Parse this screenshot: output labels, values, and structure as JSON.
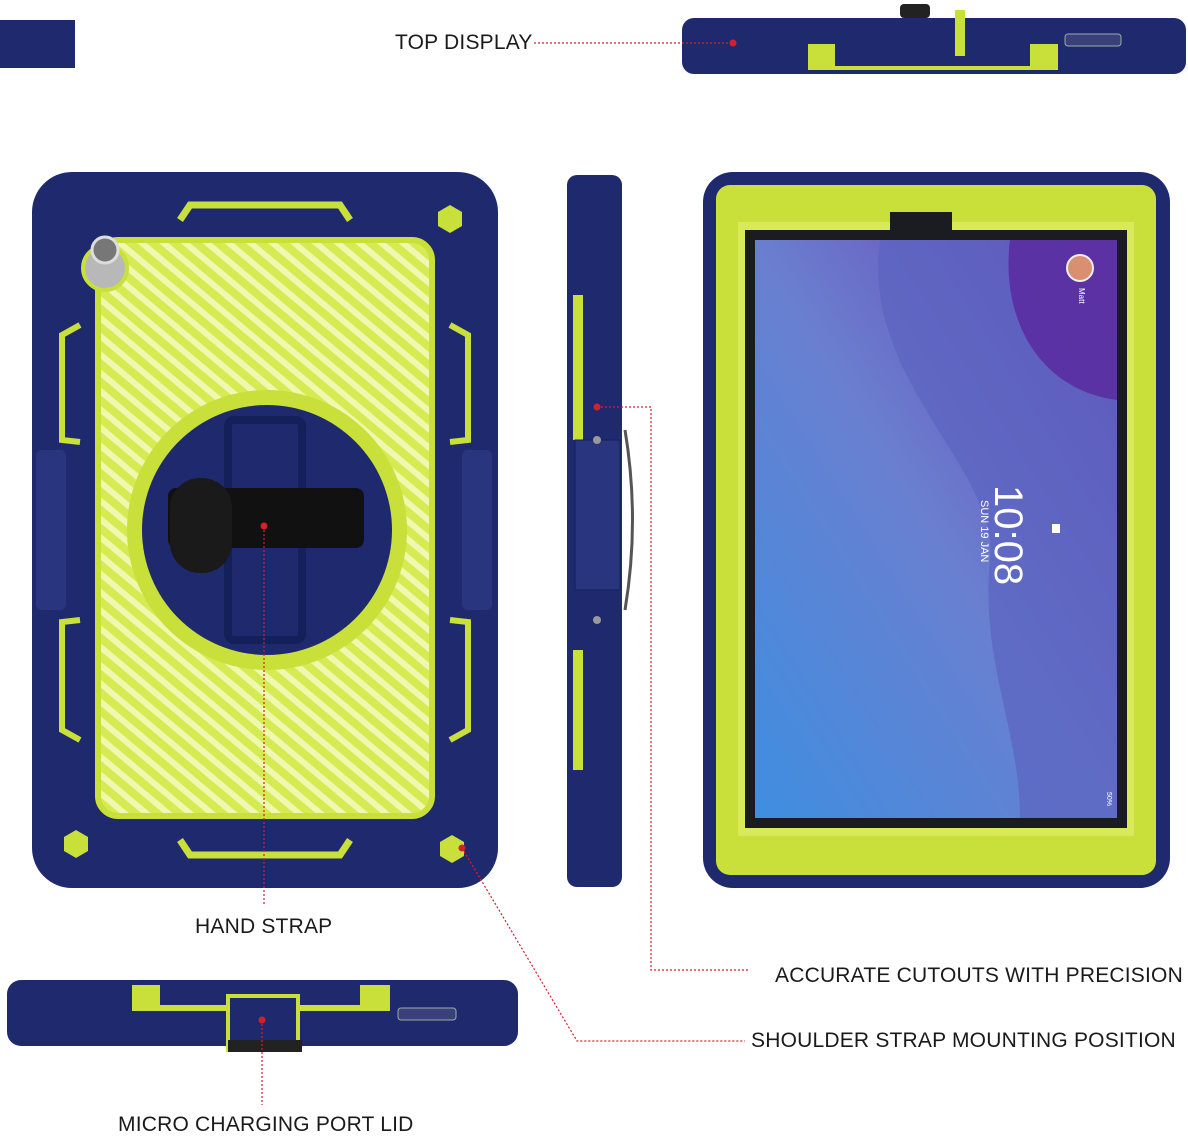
{
  "labels": {
    "top_display": "TOP DISPLAY",
    "hand_strap": "HAND STRAP",
    "accurate_cutouts": "ACCURATE CUTOUTS WITH PRECISION",
    "shoulder_strap": "SHOULDER STRAP MOUNTING POSITION",
    "micro_port": "MICRO CHARGING PORT LID"
  },
  "screen": {
    "time": "10:08",
    "date": "SUN 19 JAN",
    "user": "Matt",
    "battery": "50%"
  },
  "colors": {
    "navy": "#1f2a6e",
    "lime": "#c9df3a",
    "pointer": "#d3202a"
  }
}
